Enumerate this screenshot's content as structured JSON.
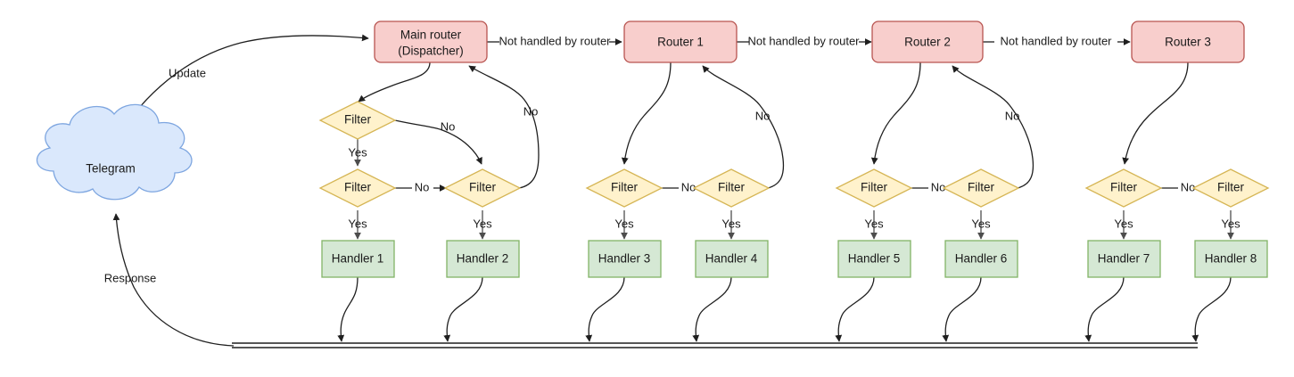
{
  "diagram": {
    "title": "Telegram bot update dispatch flow",
    "colors": {
      "router_fill": "#f8cecc",
      "router_stroke": "#b85450",
      "filter_fill": "#fff2cc",
      "filter_stroke": "#d6b656",
      "handler_fill": "#d5e8d4",
      "handler_stroke": "#82b366",
      "cloud_fill": "#dae8fc",
      "cloud_stroke": "#7ea6e0",
      "edge": "#1f1f1f",
      "background": "#ffffff"
    },
    "source": {
      "label": "Telegram",
      "shape": "cloud"
    },
    "routers": [
      {
        "id": "main-router",
        "line1": "Main router",
        "line2": "(Dispatcher)"
      },
      {
        "id": "router-1",
        "line1": "Router 1",
        "line2": ""
      },
      {
        "id": "router-2",
        "line1": "Router 2",
        "line2": ""
      },
      {
        "id": "router-3",
        "line1": "Router 3",
        "line2": ""
      }
    ],
    "filters": [
      {
        "id": "filter-top",
        "label": "Filter"
      },
      {
        "id": "filter-1",
        "label": "Filter"
      },
      {
        "id": "filter-2",
        "label": "Filter"
      },
      {
        "id": "filter-3",
        "label": "Filter"
      },
      {
        "id": "filter-4",
        "label": "Filter"
      },
      {
        "id": "filter-5",
        "label": "Filter"
      },
      {
        "id": "filter-6",
        "label": "Filter"
      },
      {
        "id": "filter-7",
        "label": "Filter"
      },
      {
        "id": "filter-8",
        "label": "Filter"
      }
    ],
    "handlers": [
      {
        "id": "handler-1",
        "label": "Handler 1"
      },
      {
        "id": "handler-2",
        "label": "Handler 2"
      },
      {
        "id": "handler-3",
        "label": "Handler 3"
      },
      {
        "id": "handler-4",
        "label": "Handler 4"
      },
      {
        "id": "handler-5",
        "label": "Handler 5"
      },
      {
        "id": "handler-6",
        "label": "Handler 6"
      },
      {
        "id": "handler-7",
        "label": "Handler 7"
      },
      {
        "id": "handler-8",
        "label": "Handler 8"
      }
    ],
    "edge_labels": {
      "update": "Update",
      "response": "Response",
      "not_handled": "Not handled by router",
      "yes": "Yes",
      "no": "No"
    },
    "edges": [
      {
        "from": "Telegram",
        "to": "Main router (Dispatcher)",
        "label": "Update"
      },
      {
        "from": "Main router (Dispatcher)",
        "to": "Router 1",
        "label": "Not handled by router"
      },
      {
        "from": "Router 1",
        "to": "Router 2",
        "label": "Not handled by router"
      },
      {
        "from": "Router 2",
        "to": "Router 3",
        "label": "Not handled by router"
      },
      {
        "from": "Main router (Dispatcher)",
        "to": "Filter top",
        "label": ""
      },
      {
        "from": "Filter top",
        "to": "Filter 1",
        "label": "Yes"
      },
      {
        "from": "Filter top",
        "to": "Filter 2",
        "label": "No"
      },
      {
        "from": "Filter 1",
        "to": "Filter 2",
        "label": "No"
      },
      {
        "from": "Filter 1",
        "to": "Handler 1",
        "label": "Yes"
      },
      {
        "from": "Filter 2",
        "to": "Handler 2",
        "label": "Yes"
      },
      {
        "from": "Filter 2",
        "to": "Main router (Dispatcher)",
        "label": "No"
      },
      {
        "from": "Router 1",
        "to": "Filter 3",
        "label": ""
      },
      {
        "from": "Filter 3",
        "to": "Filter 4",
        "label": "No"
      },
      {
        "from": "Filter 3",
        "to": "Handler 3",
        "label": "Yes"
      },
      {
        "from": "Filter 4",
        "to": "Handler 4",
        "label": "Yes"
      },
      {
        "from": "Filter 4",
        "to": "Router 1",
        "label": "No"
      },
      {
        "from": "Router 2",
        "to": "Filter 5",
        "label": ""
      },
      {
        "from": "Filter 5",
        "to": "Filter 6",
        "label": "No"
      },
      {
        "from": "Filter 5",
        "to": "Handler 5",
        "label": "Yes"
      },
      {
        "from": "Filter 6",
        "to": "Handler 6",
        "label": "Yes"
      },
      {
        "from": "Filter 6",
        "to": "Router 2",
        "label": "No"
      },
      {
        "from": "Router 3",
        "to": "Filter 7",
        "label": ""
      },
      {
        "from": "Filter 7",
        "to": "Filter 8",
        "label": "No"
      },
      {
        "from": "Filter 7",
        "to": "Handler 7",
        "label": "Yes"
      },
      {
        "from": "Filter 8",
        "to": "Handler 8",
        "label": "Yes"
      },
      {
        "from": "All handlers",
        "to": "Response bus",
        "label": ""
      },
      {
        "from": "Response bus",
        "to": "Telegram",
        "label": "Response"
      }
    ]
  }
}
